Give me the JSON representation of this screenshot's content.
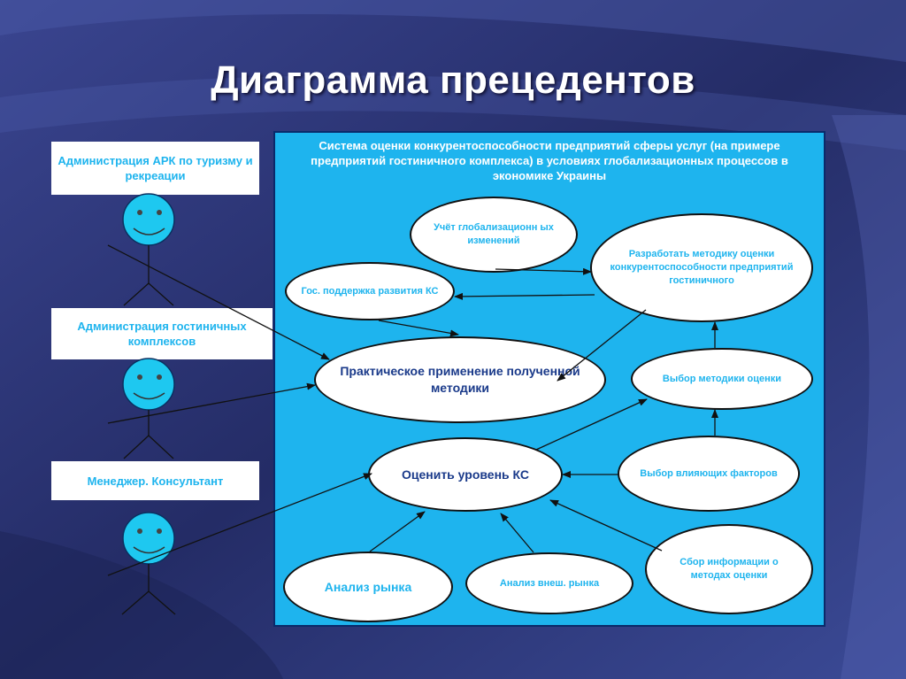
{
  "slide": {
    "title": "Диаграмма прецедентов"
  },
  "system": {
    "title": "Система оценки конкурентоспособности предприятий сферы услуг (на примере предприятий гостиничного комплекса) в условиях глобализационных процессов в экономике Украины"
  },
  "actors": [
    {
      "label": "Администрация АРК по туризму и рекреации"
    },
    {
      "label": "Администрация гостиничных комплексов"
    },
    {
      "label": "Менеджер. Консультант"
    }
  ],
  "use_cases": {
    "globalization": "Учёт глобализационн ых изменений",
    "methodology": "Разработать методику оценки конкурентоспособности предприятий гостиничного",
    "gov_support": "Гос. поддержка развития КС",
    "application": "Практическое применение полученной методики",
    "choose_method": "Выбор методики оценки",
    "evaluate": "Оценить уровень КС",
    "factors": "Выбор влияющих факторов",
    "market": "Анализ рынка",
    "ext_market": "Анализ внеш. рынка",
    "info": "Сбор информации о методах оценки"
  },
  "colors": {
    "panel": "#1eb4ee",
    "actor_face": "#1ec8f0",
    "ellipse_text": "#1eb4ee",
    "ellipse_text_dark": "#1a3a8a"
  },
  "icons": [
    "smiley-face-icon"
  ]
}
